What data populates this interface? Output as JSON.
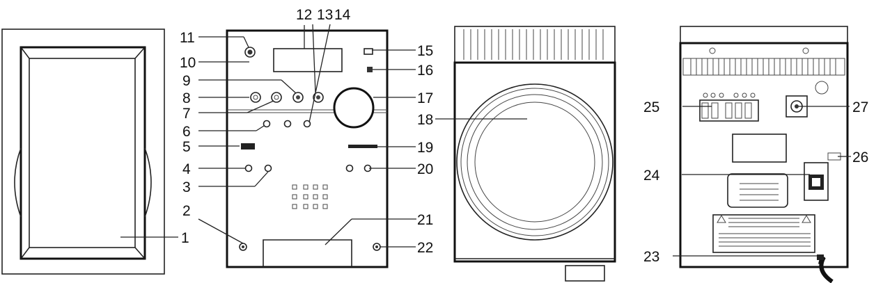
{
  "callouts": {
    "c1": "1",
    "c2": "2",
    "c3": "3",
    "c4": "4",
    "c5": "5",
    "c6": "6",
    "c7": "7",
    "c8": "8",
    "c9": "9",
    "c10": "10",
    "c11": "11",
    "c12": "12",
    "c13": "13",
    "c14": "14",
    "c15": "15",
    "c16": "16",
    "c17": "17",
    "c18": "18",
    "c19": "19",
    "c20": "20",
    "c21": "21",
    "c22": "22",
    "c23": "23",
    "c24": "24",
    "c25": "25",
    "c26": "26",
    "c27": "27"
  },
  "colors": {
    "line": "#222222",
    "background": "#ffffff"
  }
}
